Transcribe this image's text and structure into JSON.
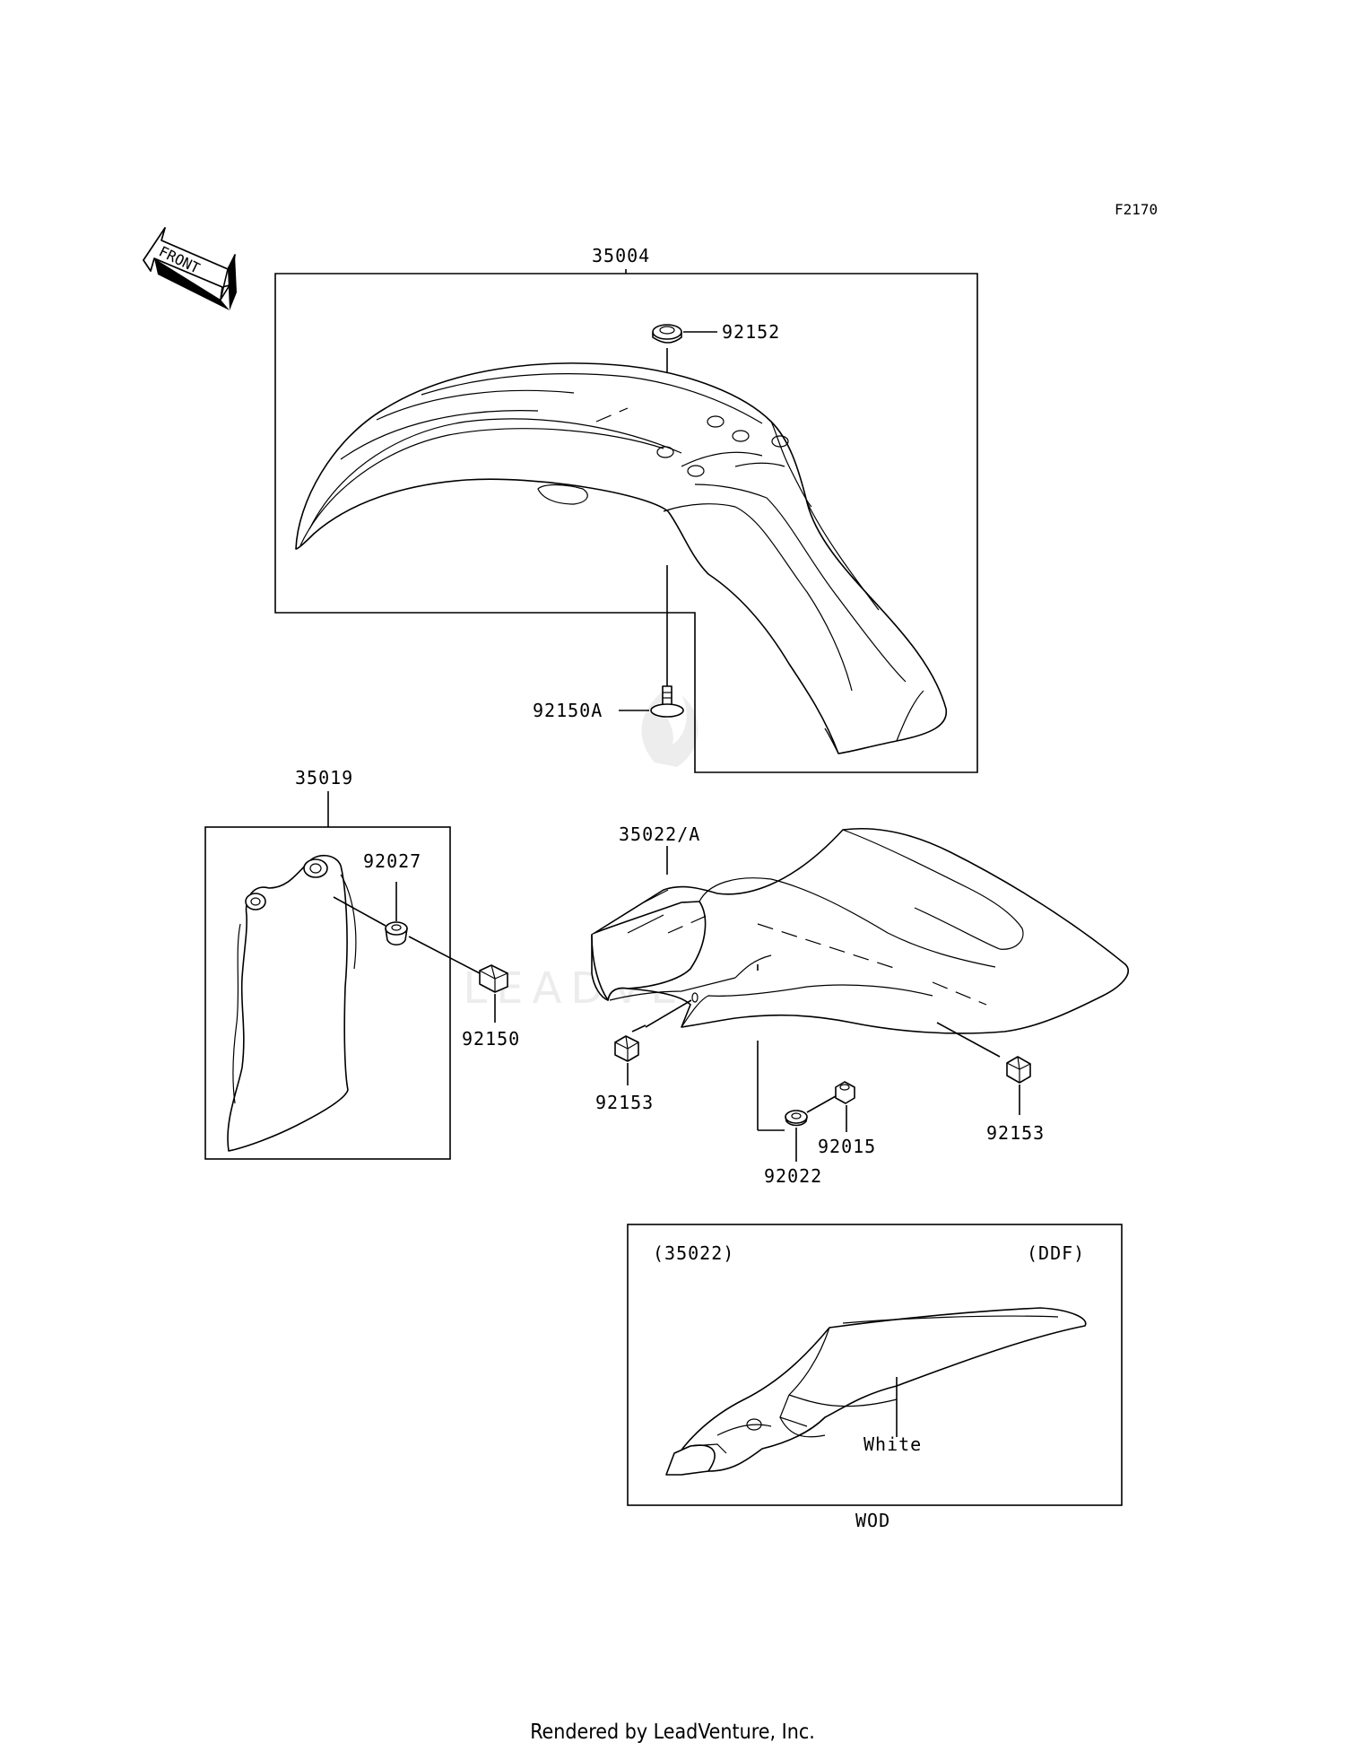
{
  "diagram_code": "F2170",
  "front_label": "FRONT",
  "watermark": "LEADVENTURE",
  "callouts": {
    "front_fender": "35004",
    "grommet": "92152",
    "front_fender_bolt": "92150A",
    "fork_guard": "35019",
    "fork_guard_washer": "92027",
    "fork_guard_bolt": "92150",
    "rear_fender": "35022/A",
    "rear_bolt_left": "92153",
    "rear_bolt_right": "92153",
    "rear_nut": "92015",
    "rear_washer": "92022"
  },
  "inset": {
    "part_ref": "(35022)",
    "spec_code": "(DDF)",
    "color_note": "White",
    "caption": "WOD"
  },
  "footer": "Rendered by LeadVenture, Inc."
}
